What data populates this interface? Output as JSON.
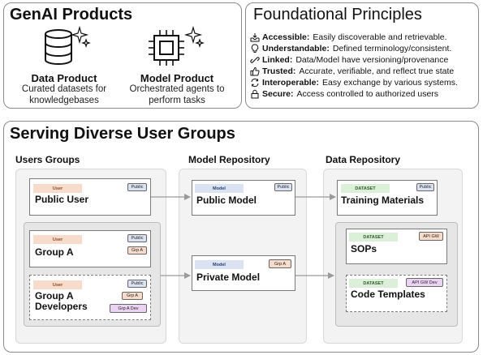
{
  "genai": {
    "title": "GenAI Products",
    "data_product": {
      "title": "Data Product",
      "desc_line1": "Curated datasets for",
      "desc_line2": "knowledgebases",
      "icon": "database-icon"
    },
    "model_product": {
      "title": "Model Product",
      "desc_line1": "Orchestrated agents to",
      "desc_line2": "perform tasks",
      "icon": "chip-icon"
    }
  },
  "principles": {
    "title": "Foundational Principles",
    "items": [
      {
        "name": "Accessible:",
        "text": "Easily discoverable and retrievable.",
        "icon": "inbox-download-icon"
      },
      {
        "name": "Understandable:",
        "text": "Defined terminology/consistent.",
        "icon": "lightbulb-icon"
      },
      {
        "name": "Linked:",
        "text": "Data/Model have versioning/provenance",
        "icon": "link-icon"
      },
      {
        "name": "Trusted:",
        "text": "Accurate, verifiable, and reflect true state",
        "icon": "thumbs-up-icon"
      },
      {
        "name": "Interoperable:",
        "text": "Easy exchange  by various systems.",
        "icon": "sync-icon"
      },
      {
        "name": "Secure:",
        "text": "Access controlled to authorized users",
        "icon": "lock-icon"
      }
    ]
  },
  "serving": {
    "title": "Serving Diverse User Groups",
    "columns": {
      "users": "Users Groups",
      "models": "Model Repository",
      "data": "Data Repository"
    },
    "users": [
      {
        "tag": "User",
        "name_line1": "Public User",
        "name_line2": "",
        "badges": [
          "Public"
        ]
      },
      {
        "tag": "User",
        "name_line1": "Group A",
        "name_line2": "",
        "badges": [
          "Public",
          "Grp A"
        ]
      },
      {
        "tag": "User",
        "name_line1": "Group A",
        "name_line2": "Developers",
        "badges": [
          "Public",
          "Grp A",
          "Grp A Dev"
        ]
      }
    ],
    "models": [
      {
        "tag": "Model",
        "name": "Public Model",
        "badges": [
          "Public"
        ]
      },
      {
        "tag": "Model",
        "name": "Private Model",
        "badges": [
          "Grp A"
        ]
      }
    ],
    "datasets": [
      {
        "tag": "DATASET",
        "name": "Training Materials",
        "badges": [
          "Public"
        ]
      },
      {
        "tag": "DATASET",
        "name": "SOPs",
        "badges": [
          "API GW"
        ]
      },
      {
        "tag": "DATASET",
        "name": "Code Templates",
        "badges": [
          "API GW Dev"
        ]
      }
    ]
  },
  "colors": {
    "user_tag": "#f8dccb",
    "model_tag": "#dbe3f3",
    "dataset_tag": "#dcefd8",
    "dev_badge": "#ecd3f4",
    "border": "#8a8a8a"
  }
}
